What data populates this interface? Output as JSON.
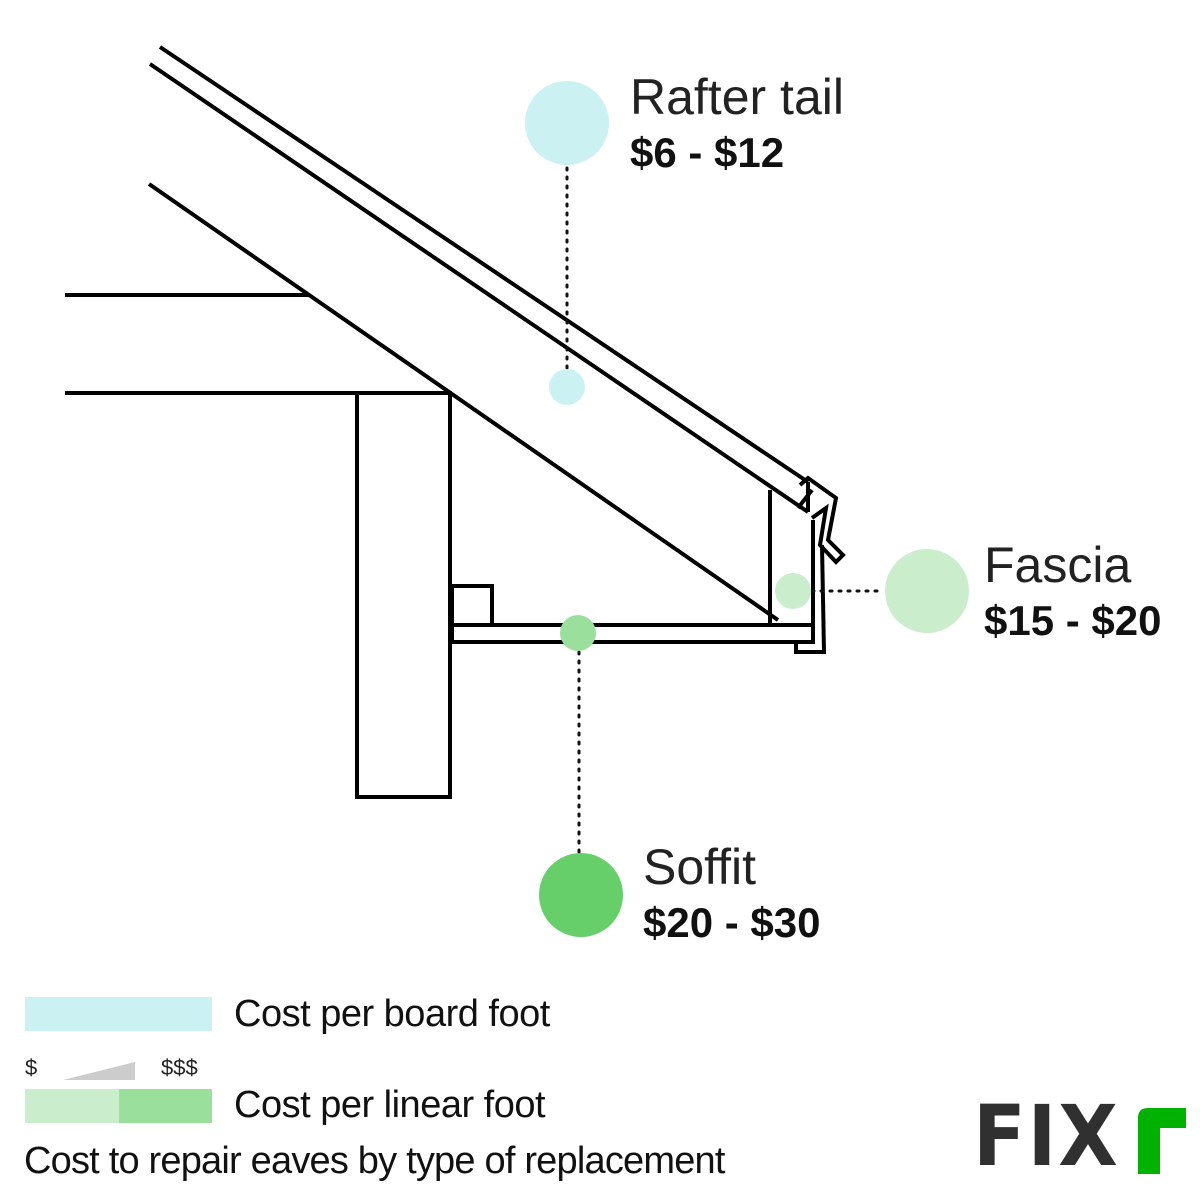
{
  "diagram": {
    "title": "Cost to repair eaves by type of replacement",
    "callouts": [
      {
        "id": "rafter-tail",
        "name": "Rafter tail",
        "price": "$6 - $12",
        "unit": "board foot",
        "color": "#cbf1f2"
      },
      {
        "id": "fascia",
        "name": "Fascia",
        "price": "$15 - $20",
        "unit": "linear foot",
        "color": "#caeecc"
      },
      {
        "id": "soffit",
        "name": "Soffit",
        "price": "$20 - $30",
        "unit": "linear foot",
        "color": "#66cf6a"
      }
    ]
  },
  "legend": {
    "board_foot_label": "Cost per board foot",
    "linear_foot_label": "Cost per linear foot",
    "scale_low": "$",
    "scale_high": "$$$",
    "colors": {
      "board_foot": "#cbf1f2",
      "linear_light": "#caeecc",
      "linear_dark": "#9adf9c",
      "scale_wedge": "#cccccc"
    }
  },
  "brand": {
    "logo_dark": "FIX",
    "logo_accent": "r",
    "accent_color": "#00b200",
    "dark_color": "#303030"
  }
}
